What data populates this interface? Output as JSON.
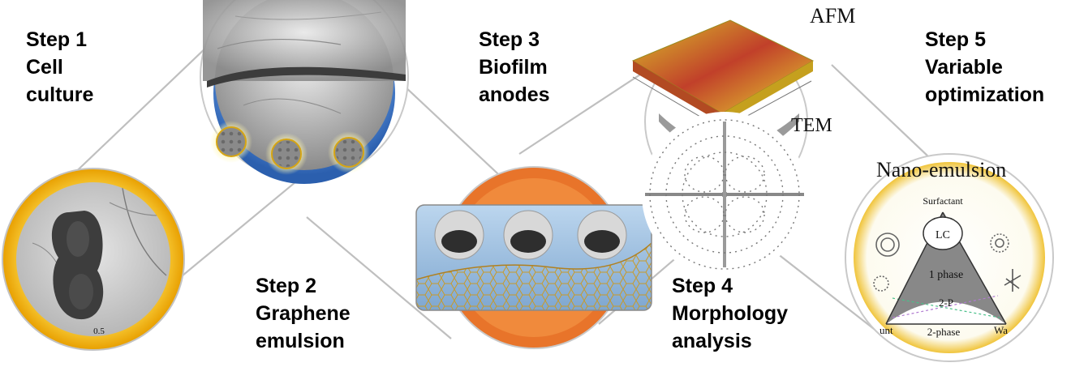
{
  "steps": [
    {
      "lines": [
        "Step 1",
        "Cell",
        "culture"
      ]
    },
    {
      "lines": [
        "Step 2",
        "Graphene",
        "emulsion"
      ]
    },
    {
      "lines": [
        "Step 3",
        "Biofilm",
        "anodes"
      ]
    },
    {
      "lines": [
        "Step 4",
        "Morphology",
        "analysis"
      ]
    },
    {
      "lines": [
        "Step 5",
        "Variable",
        "optimization"
      ]
    }
  ],
  "labels": {
    "afm": "AFM",
    "tem": "TEM",
    "nano_emulsion": "Nano-emulsion",
    "scale_mark": "0.5"
  },
  "phase_diagram": {
    "top": "Surfactant",
    "lc": "LC",
    "one_phase": "1 phase",
    "two_p": "2-P",
    "two_phase": "2-phase",
    "left": "unt",
    "right": "Wa"
  },
  "colors": {
    "ring_yellow": "#f2b10c",
    "ring_orange": "#e8742a",
    "ring_blue": "#4a86d6",
    "afm_red": "#c0392b",
    "afm_yellow": "#e8d52a"
  }
}
